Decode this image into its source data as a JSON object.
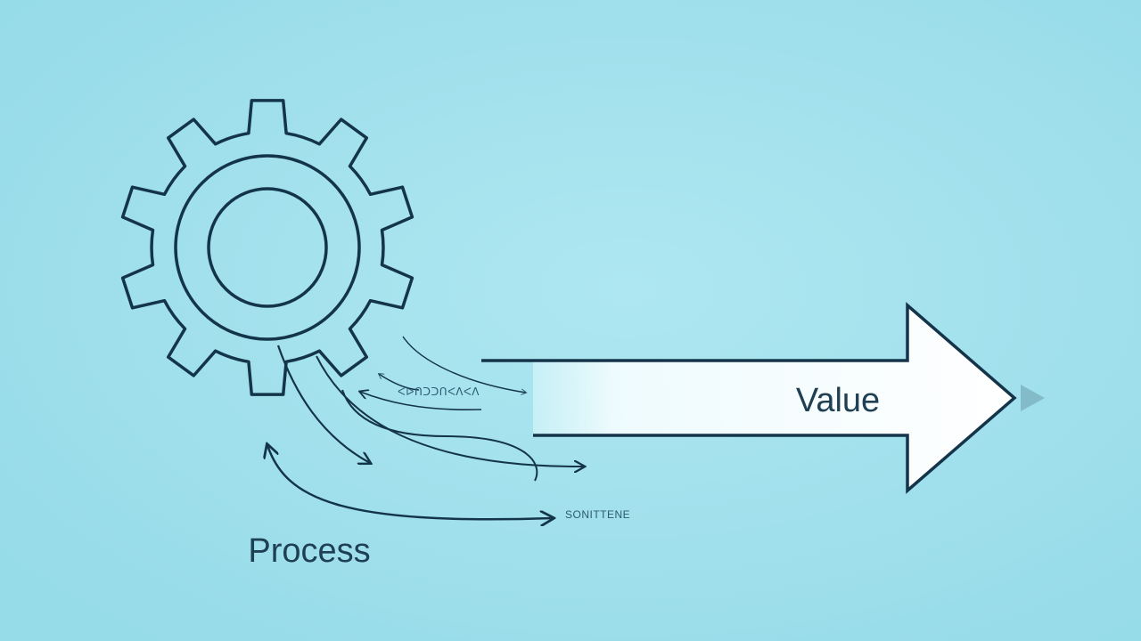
{
  "labels": {
    "process": "Process",
    "value": "Value",
    "small_label_top": "ᐸᐅᑎᑐᑐᑎᐸᐱᐸᐱ",
    "small_label_bottom": "SONITTENE"
  },
  "colors": {
    "background": "#9fe1ec",
    "stroke": "#14344a",
    "arrow_fill": "#ffffff"
  },
  "icons": {
    "gear": "gear-icon",
    "value_arrow": "arrow-right-icon"
  }
}
